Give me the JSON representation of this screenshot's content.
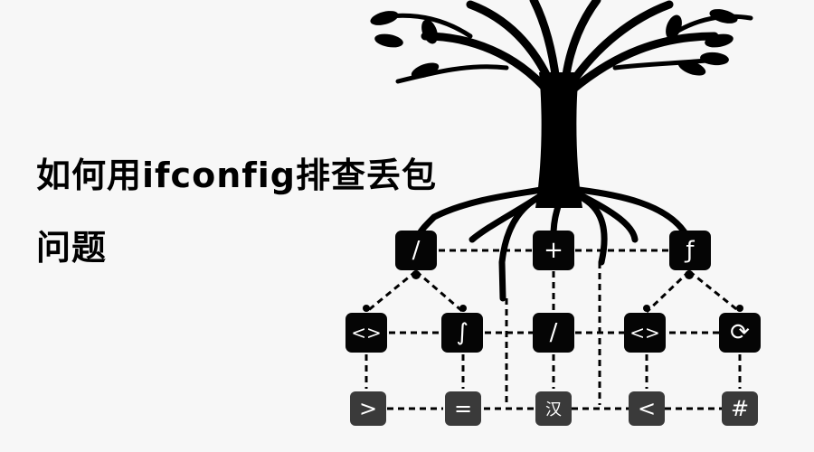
{
  "title": {
    "line1": "如何用ifconfig排查丢包",
    "line2": "问题"
  },
  "diagram": {
    "top_nodes": [
      {
        "symbol": "/",
        "icon": "slash-icon"
      },
      {
        "symbol": "+",
        "icon": "plus-icon"
      },
      {
        "symbol": "ƒ",
        "icon": "function-icon"
      }
    ],
    "middle_nodes": [
      {
        "symbol": "<>",
        "icon": "code-icon"
      },
      {
        "symbol": "∫",
        "icon": "integral-icon"
      },
      {
        "symbol": "/",
        "icon": "slash-icon"
      },
      {
        "symbol": "<>",
        "icon": "brackets-icon"
      },
      {
        "symbol": "⟳",
        "icon": "cycle-icon"
      }
    ],
    "bottom_nodes": [
      {
        "symbol": ">",
        "icon": "greater-than-icon"
      },
      {
        "symbol": "=",
        "icon": "equals-icon"
      },
      {
        "symbol": "汉",
        "icon": "glyph-icon"
      },
      {
        "symbol": "<",
        "icon": "less-than-icon"
      },
      {
        "symbol": "#",
        "icon": "hash-icon"
      }
    ]
  },
  "colors": {
    "background": "#f7f7f7",
    "ink": "#000000",
    "node_dark": "#050505",
    "node_gray": "#3a3a3a"
  }
}
